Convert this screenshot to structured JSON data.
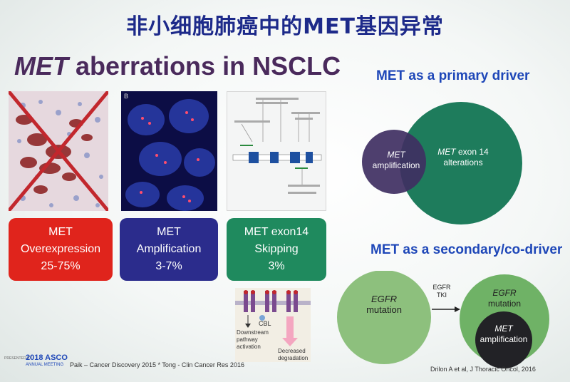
{
  "title_cn": "非小细胞肺癌中的MET基因异常",
  "heading": {
    "gene": "MET",
    "rest": " aberrations in NSCLC"
  },
  "boxes": [
    {
      "line1": "MET",
      "line2": "Overexpression",
      "line3": "25-75%",
      "color": "#e0241c"
    },
    {
      "line1": "MET",
      "line2": "Amplification",
      "line3": "3-7%",
      "color": "#2b2c8c"
    },
    {
      "line1": "MET exon14",
      "line2": "Skipping",
      "line3": "3%",
      "color": "#1f8a5e"
    }
  ],
  "panel_b_label": "B",
  "primary": {
    "heading": "MET as a primary driver",
    "small_circle": {
      "gene": "MET",
      "label": "amplification",
      "color": "#3f2f62"
    },
    "large_circle": {
      "gene": "MET",
      "label_line1": " exon 14",
      "label_line2": "alterations",
      "color": "#1e7c5c"
    }
  },
  "secondary": {
    "heading": "MET as a secondary/co-driver",
    "left_circle": {
      "gene": "EGFR",
      "label": "mutation",
      "color": "#8dc07d"
    },
    "arrow_label": [
      "EGFR",
      "TKI"
    ],
    "right_circle": {
      "gene": "EGFR",
      "label": "mutation",
      "color": "#6fb266"
    },
    "inner_circle": {
      "gene": "MET",
      "label": "amplification",
      "color": "#222226"
    }
  },
  "pathway": {
    "cbl": "CBL",
    "left": [
      "Downstream",
      "pathway",
      "activation"
    ],
    "right": [
      "Decreased",
      "degradation"
    ]
  },
  "footer": {
    "logo_year": "2018",
    "logo_name": "ASCO",
    "logo_sub": "ANNUAL MEETING",
    "presented_by": "PRESENTED BY",
    "ref_left": "Paik – Cancer Discovery 2015 * Tong -  Clin Cancer Res 2016",
    "ref_right": "Drilon A et al, J Thoracic Oncol, 2016"
  }
}
